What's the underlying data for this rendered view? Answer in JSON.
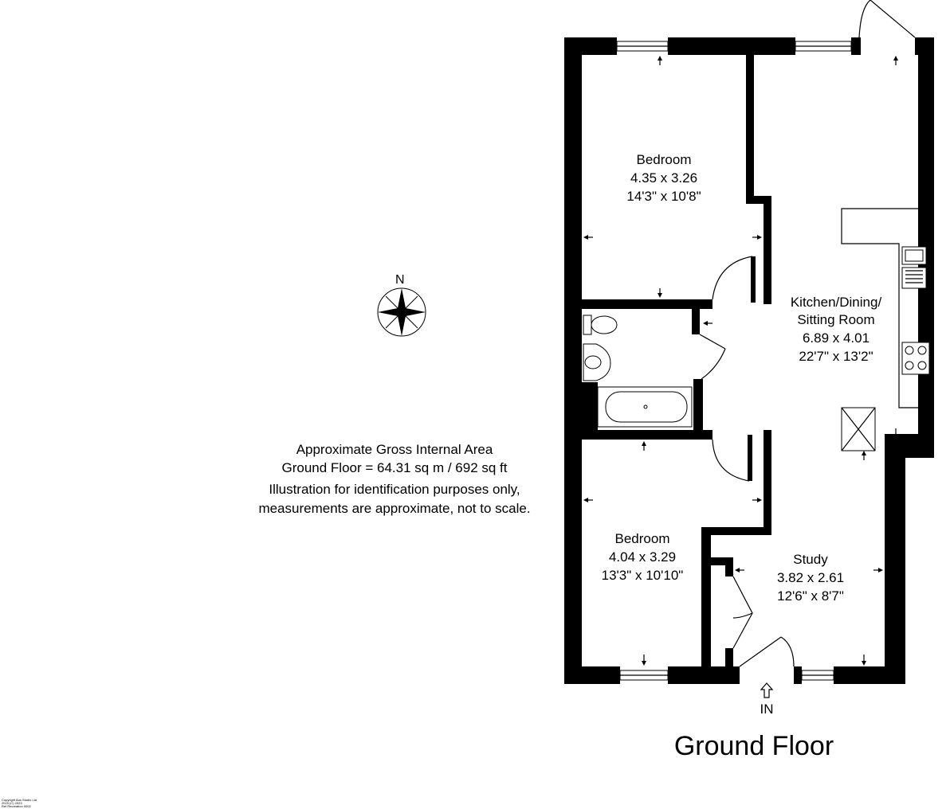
{
  "compass": {
    "north_label": "N"
  },
  "area_note": {
    "line1": "Approximate Gross Internal Area",
    "line2": "Ground Floor = 64.31 sq m / 692 sq ft",
    "line3": "Illustration for identification purposes only,",
    "line4": "measurements are approximate, not to scale."
  },
  "rooms": {
    "bedroom_top": {
      "name": "Bedroom",
      "metric": "4.35 x 3.26",
      "imperial": "14'3\" x 10'8\""
    },
    "kitchen": {
      "name_line1": "Kitchen/Dining/",
      "name_line2": "Sitting Room",
      "metric": "6.89 x 4.01",
      "imperial": "22'7\" x 13'2\""
    },
    "bedroom_bottom": {
      "name": "Bedroom",
      "metric": "4.04 x 3.29",
      "imperial": "13'3\" x 10'10\""
    },
    "study": {
      "name": "Study",
      "metric": "3.82 x 2.61",
      "imperial": "12'6\" x 8'7\""
    }
  },
  "entrance_label": "IN",
  "floor_title": "Ground Floor",
  "copyright": {
    "line1": "Copyright Aus Studio Ltd",
    "line2": "2023 (C) 2023",
    "line3": "Ref Recreation 0002"
  }
}
